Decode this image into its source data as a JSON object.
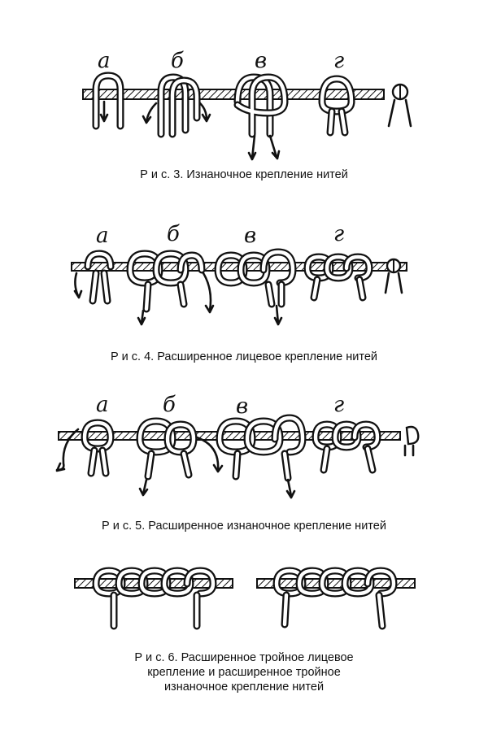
{
  "figures": [
    {
      "letters": [
        "а",
        "б",
        "в",
        "г"
      ],
      "caption": "Р и с. 3. Изнаночное крепление нитей"
    },
    {
      "letters": [
        "а",
        "б",
        "в",
        "г"
      ],
      "caption": "Р и с. 4. Расширенное лицевое крепление нитей"
    },
    {
      "letters": [
        "а",
        "б",
        "в",
        "г"
      ],
      "caption": "Р и с. 5. Расширенное изнаночное крепление нитей"
    },
    {
      "letters": [],
      "caption": "Р и с. 6. Расширенное тройное лицевое\nкрепление и расширенное тройное\nизнаночное крепление нитей"
    }
  ]
}
